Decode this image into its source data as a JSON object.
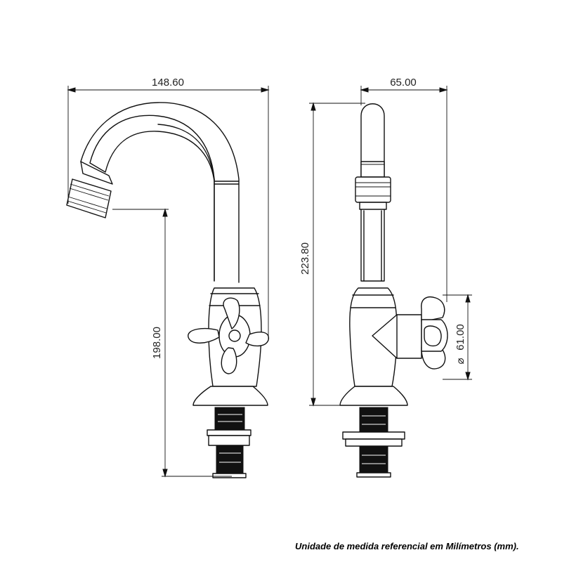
{
  "dimensions": {
    "spout_reach": "148.60",
    "side_depth": "65.00",
    "total_height": "223.80",
    "outlet_height": "198.00",
    "handle_diameter": "61.00",
    "diameter_symbol": "⌀"
  },
  "footnote": "Unidade de medida referencial em Milímetros (mm)."
}
